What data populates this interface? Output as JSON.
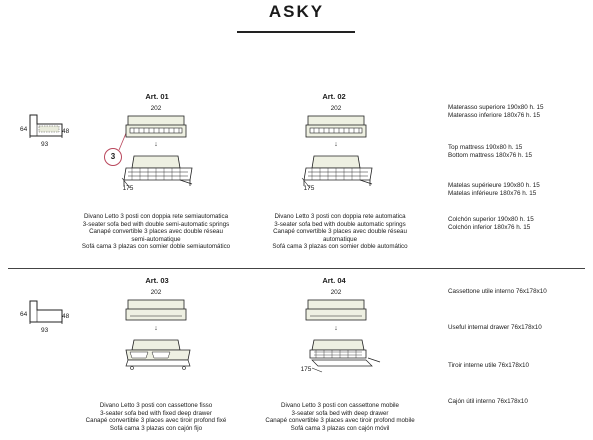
{
  "title": "ASKY",
  "side_view": {
    "height_back": "64",
    "height_seat": "48",
    "depth": "93",
    "callout_number": "3"
  },
  "top_section": {
    "items": [
      {
        "art": "Art. 01",
        "width": "202",
        "open_depth": "175",
        "caption": [
          "Divano Letto 3 posti con doppia rete semiautomatica",
          "3-seater sofa bed with double semi-automatic springs",
          "Canapé convertible 3 places avec double réseau",
          "semi-automatique",
          "Sofá cama 3 plazas con somier doble semiautomático"
        ]
      },
      {
        "art": "Art. 02",
        "width": "202",
        "open_depth": "175",
        "caption": [
          "Divano Letto 3 posti con doppia rete automatica",
          "3-seater sofa bed with double automatic springs",
          "Canapé convertible 3 places avec double réseau",
          "automatique",
          "Sofá cama 3 plazas con somier doble automático"
        ]
      }
    ],
    "notes": [
      [
        "Materasso superiore 190x80 h. 15",
        "Materasso inferiore 180x76 h. 15"
      ],
      [
        "Top mattress 190x80 h. 15",
        "Bottom mattress 180x76 h. 15"
      ],
      [
        "Matelas supérieure 190x80 h. 15",
        "Matelas inférieure 180x76 h. 15"
      ],
      [
        "Colchón superior 190x80 h. 15",
        "Colchón inferior 180x76 h. 15"
      ]
    ]
  },
  "bottom_section": {
    "items": [
      {
        "art": "Art. 03",
        "width": "202",
        "caption": [
          "Divano Letto 3 posti con cassettone fisso",
          "3-seater sofa bed with fixed deep drawer",
          "Canapé convertible 3 places avec tiroir profond fixé",
          "Sofá cama 3 plazas con cajón fijo"
        ]
      },
      {
        "art": "Art. 04",
        "width": "202",
        "open_depth": "175",
        "caption": [
          "Divano Letto 3 posti con cassettone mobile",
          "3-seater sofa bed with deep drawer",
          "Canapé convertible 3 places avec tiroir profond mobile",
          "Sofá cama 3 plazas con cajón móvil"
        ]
      }
    ],
    "notes": [
      "Cassettone utile interno 76x178x10",
      "Useful internal drawer 76x178x10",
      "Tiroir interne utile 76x178x10",
      "Cajón útil interno 76x178x10"
    ]
  }
}
